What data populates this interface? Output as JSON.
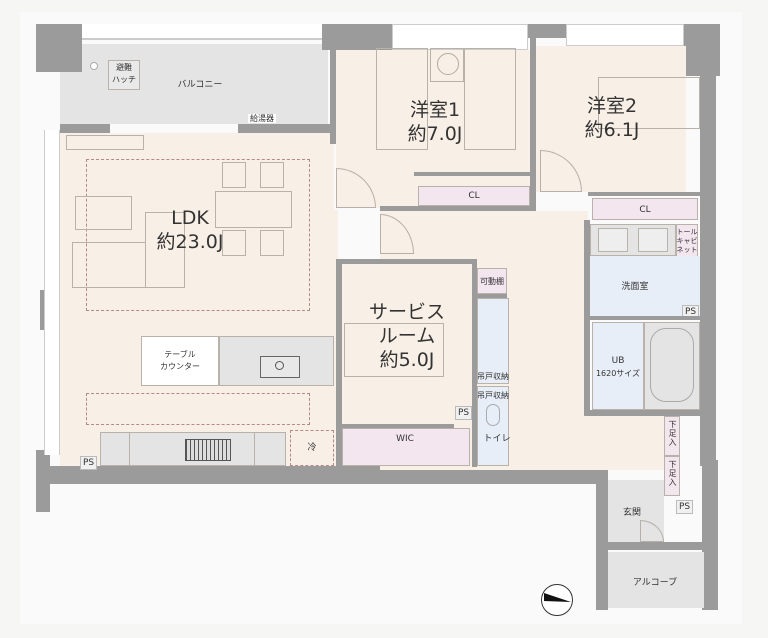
{
  "floorplan": {
    "balcony": {
      "label": "バルコニー",
      "hatch": "避難\nハッチ",
      "hatch_line1": "避難",
      "hatch_line2": "ハッチ",
      "water_heater": "給湯器"
    },
    "rooms": {
      "ldk": {
        "name": "LDK",
        "size": "約23.0J"
      },
      "bedroom1": {
        "name": "洋室1",
        "size": "約7.0J",
        "closet": "CL"
      },
      "bedroom2": {
        "name": "洋室2",
        "size": "約6.1J",
        "closet": "CL"
      },
      "service_room": {
        "name_line1": "サービス",
        "name_line2": "ルーム",
        "size": "約5.0J",
        "closet": "WIC"
      },
      "washroom": {
        "name": "洗面室",
        "tall_cabinet_line1": "トール",
        "tall_cabinet_line2": "キャビ",
        "tall_cabinet_line3": "ネット"
      },
      "bathroom": {
        "name": "UB",
        "size": "1620サイズ"
      },
      "toilet": {
        "name": "トイレ",
        "hanging_storage_1": "吊戸収納",
        "hanging_storage_2": "吊戸収納"
      },
      "movable_shelf": {
        "label": "可動棚"
      },
      "entrance": {
        "name": "玄関"
      },
      "alcove": {
        "name": "アルコーブ"
      }
    },
    "kitchen": {
      "counter_line1": "テーブル",
      "counter_line2": "カウンター",
      "fridge": "冷"
    },
    "shoe_storage": [
      {
        "label": "下足入"
      },
      {
        "label": "下足入"
      }
    ],
    "ps_labels": [
      "PS",
      "PS",
      "PS",
      "PS"
    ],
    "compass": {
      "icon": "north-arrow-icon",
      "direction": "west"
    },
    "colors": {
      "wall": "#9b9b9b",
      "floor": "#f8efe6",
      "wet_area": "#e8eef8",
      "storage": "#f3e6ef",
      "balcony": "#e4e4e4",
      "furnishing_dash": "#b58a86"
    }
  }
}
